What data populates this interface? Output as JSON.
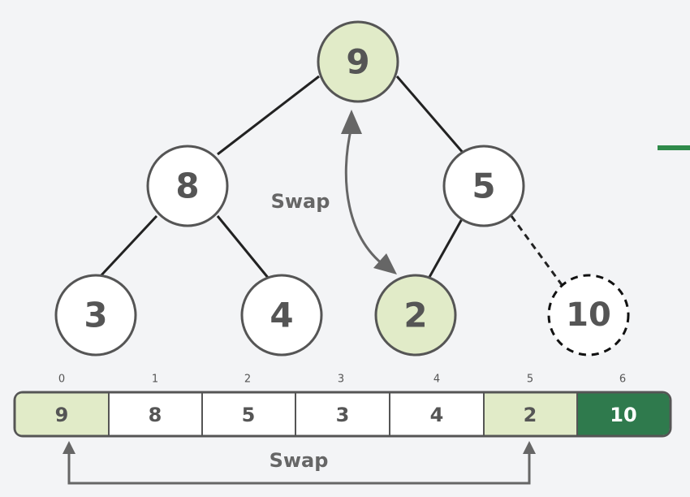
{
  "tree": {
    "nodes": [
      {
        "id": "root",
        "value": "9",
        "state": "highlight"
      },
      {
        "id": "left",
        "value": "8",
        "state": "normal"
      },
      {
        "id": "right",
        "value": "5",
        "state": "normal"
      },
      {
        "id": "left-left",
        "value": "3",
        "state": "normal"
      },
      {
        "id": "left-right",
        "value": "4",
        "state": "normal"
      },
      {
        "id": "right-left",
        "value": "2",
        "state": "highlight"
      },
      {
        "id": "right-right-new",
        "value": "10",
        "state": "new"
      }
    ],
    "swap_label": "Swap"
  },
  "array": {
    "indices": [
      "0",
      "1",
      "2",
      "3",
      "4",
      "5",
      "6"
    ],
    "values": [
      "9",
      "8",
      "5",
      "3",
      "4",
      "2",
      "10"
    ],
    "states": [
      "highlight",
      "normal",
      "normal",
      "normal",
      "normal",
      "highlight",
      "new"
    ],
    "swap_label": "Swap"
  },
  "colors": {
    "background": "#f3f4f6",
    "highlight_fill": "#e1ebc8",
    "new_fill": "#2f7a4d",
    "stroke": "#555555",
    "accent": "#2f8a4a"
  }
}
